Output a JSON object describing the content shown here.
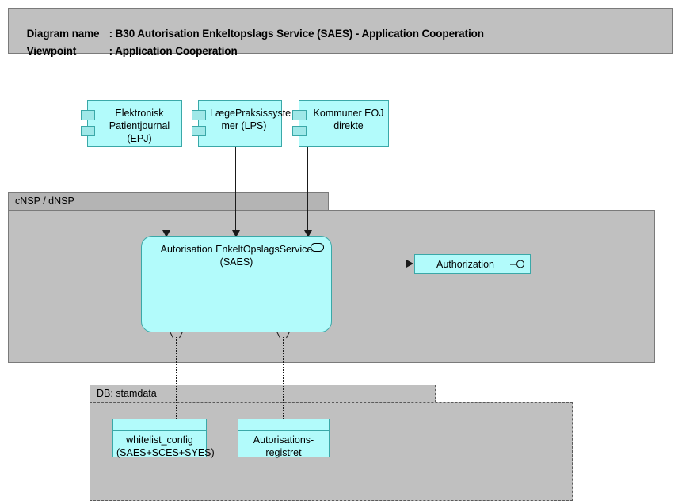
{
  "header": {
    "diagram_name_label": "Diagram name",
    "diagram_name_sep": ": B30 Autorisation Enkeltopslags Service (SAES) - Application Cooperation",
    "viewpoint_label": "Viewpoint",
    "viewpoint_sep": ": Application Cooperation"
  },
  "colors": {
    "element_fill": "#b2fbfb",
    "element_border": "#3aa8a8",
    "container_fill": "#c0c0c0",
    "container_tab_fill": "#b4b4b4",
    "container_border": "#7a7a7a",
    "connector": "#1a1a1a",
    "page_background": "#ffffff"
  },
  "components": [
    {
      "name": "epj",
      "label": "Elektronisk\nPatientjournal\n(EPJ)"
    },
    {
      "name": "lps",
      "label": "LægePraksissyste\nmer (LPS)"
    },
    {
      "name": "kommuner",
      "label": "Kommuner EOJ\ndirekte"
    }
  ],
  "containers": {
    "cnsp": {
      "label": "cNSP / dNSP"
    },
    "db_stamdata": {
      "label": "DB: stamdata"
    }
  },
  "service": {
    "label": "Autorisation EnkeltOpslagsService\n(SAES)",
    "icon": "application-service-icon"
  },
  "interface": {
    "label": "Authorization",
    "icon": "application-interface-lollipop-icon"
  },
  "data_objects": [
    {
      "name": "whitelist-config",
      "label": "whitelist_config\n(SAES+SCES+SYES)"
    },
    {
      "name": "autorisationsregistret",
      "label": "Autorisations-\nregistret"
    }
  ],
  "connectors": [
    {
      "from": "epj",
      "to": "saes",
      "style": "solid",
      "arrow": "filled-down"
    },
    {
      "from": "lps",
      "to": "saes",
      "style": "solid",
      "arrow": "filled-down"
    },
    {
      "from": "kommuner",
      "to": "saes",
      "style": "solid",
      "arrow": "filled-down"
    },
    {
      "from": "saes",
      "to": "authorization",
      "style": "solid",
      "arrow": "filled-right"
    },
    {
      "from": "whitelist-config",
      "to": "saes",
      "style": "dotted",
      "arrow": "open-up"
    },
    {
      "from": "autorisationsregistret",
      "to": "saes",
      "style": "dotted",
      "arrow": "open-up"
    }
  ]
}
